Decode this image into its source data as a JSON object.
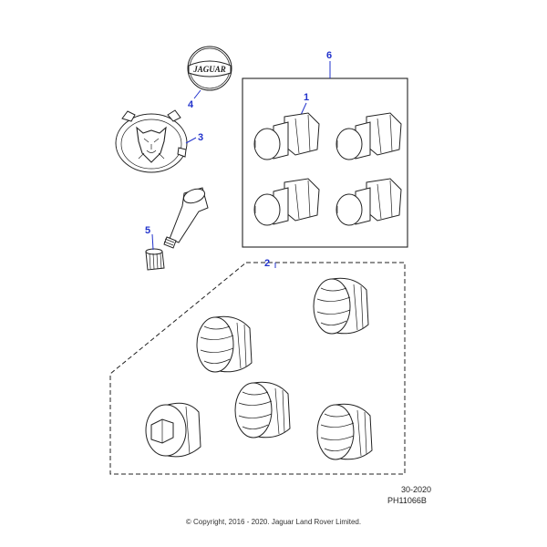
{
  "callouts": {
    "wheel_nut_set": "6",
    "wheel_nut": "1",
    "centre_badge": "4",
    "centre_cap": "3",
    "valve_cap": "5",
    "locking_nut_set": "2"
  },
  "badge_text": "JAGUAR",
  "reference": {
    "date_code": "30-2020",
    "illustration_code": "PH11066B"
  },
  "copyright": "© Copyright, 2016 - 2020. Jaguar Land Rover Limited.",
  "colors": {
    "callout": "#2233cc",
    "line_art": "#222222"
  }
}
